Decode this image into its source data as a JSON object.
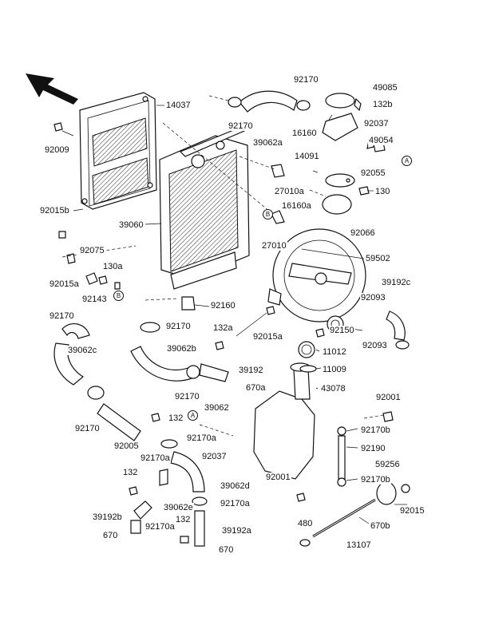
{
  "labels": {
    "p14037": "14037",
    "p92009": "92009",
    "p92015b": "92015b",
    "p39060": "39060",
    "p92075": "92075",
    "p92015a": "92015a",
    "p130a": "130a",
    "p92143": "92143",
    "p92170_l": "92170",
    "p39062c": "39062c",
    "p92170_ll": "92170",
    "p92005": "92005",
    "p132_mid": "132",
    "p39062": "39062",
    "p92170a_1": "92170a",
    "p92170a_2": "92170a",
    "p132_low": "132",
    "p39192b": "39192b",
    "p670_l": "670",
    "p92170a_3": "92170a",
    "p39062e": "39062e",
    "p132_b": "132",
    "p92170a_4": "92170a",
    "p39192a": "39192a",
    "p670_b": "670",
    "p39062d": "39062d",
    "p92037_b": "92037",
    "p92001_b": "92001",
    "p92170_top": "92170",
    "p92170_top2": "92170",
    "p39062a": "39062a",
    "p49085": "49085",
    "p132b": "132b",
    "p92037": "92037",
    "p16160": "16160",
    "p49054": "49054",
    "p14091": "14091",
    "p92055": "92055",
    "p27010a": "27010a",
    "p130": "130",
    "p16160a": "16160a",
    "p92066": "92066",
    "p27010": "27010",
    "p59502": "59502",
    "p39192c": "39192c",
    "p92160": "92160",
    "p92170_m": "92170",
    "p132a": "132a",
    "p39062b": "39062b",
    "p92015a_b": "92015a",
    "p92150": "92150",
    "p92093": "92093",
    "p92093b": "92093",
    "p11012": "11012",
    "p39192": "39192",
    "p11009": "11009",
    "p92170_c": "92170",
    "p670_c": "670a",
    "p43078": "43078",
    "p92001": "92001",
    "p92170b": "92170b",
    "p92190": "92190",
    "p92170b_2": "92170b",
    "p59256": "59256",
    "p92015": "92015",
    "p670b": "670b",
    "p480": "480",
    "p13107": "13107"
  },
  "markers": {
    "a_right": "A",
    "a_mid": "A",
    "b_right": "B",
    "b_left": "B"
  },
  "icons": {
    "direction_arrow": "front-direction-arrow-icon"
  }
}
